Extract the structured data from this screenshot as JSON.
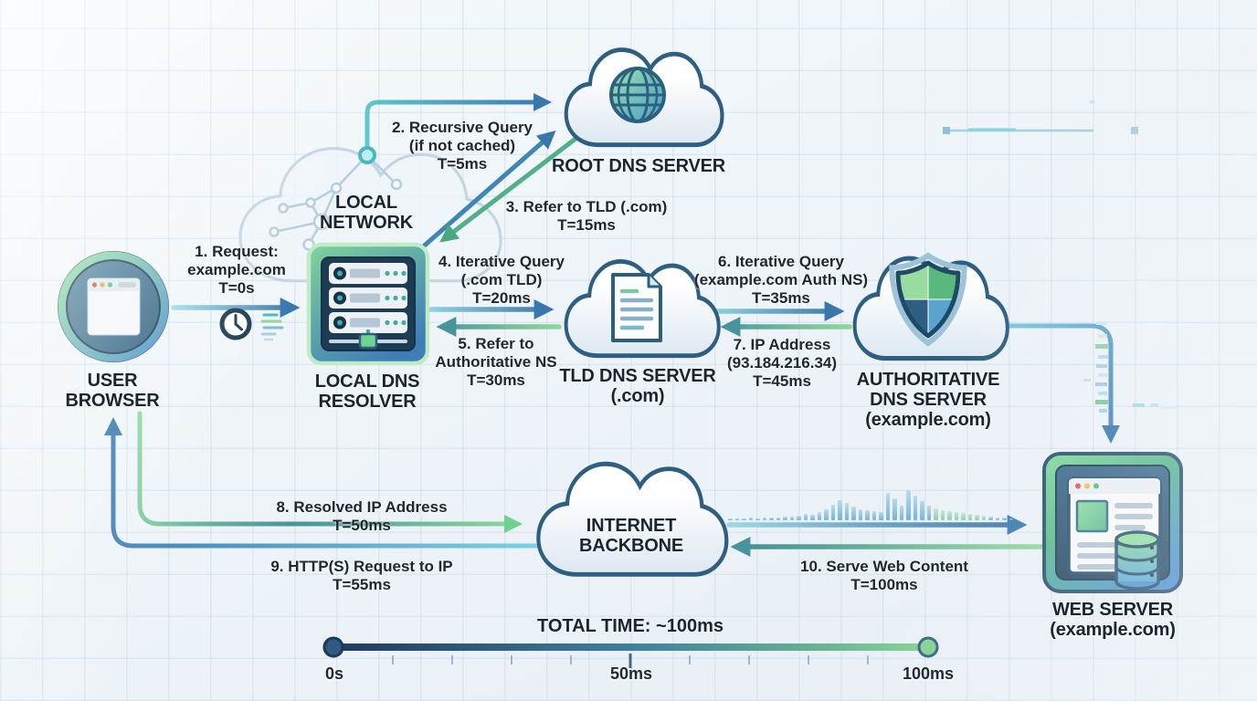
{
  "nodes": {
    "user_browser": {
      "label": "USER\nBROWSER",
      "icon": "browser-window-icon"
    },
    "local_network": {
      "label": "LOCAL\nNETWORK",
      "icon": "network-graph-icon"
    },
    "local_dns_resolver": {
      "label": "LOCAL DNS\nRESOLVER",
      "icon": "server-rack-icon"
    },
    "root_dns_server": {
      "label": "ROOT DNS SERVER",
      "icon": "globe-icon"
    },
    "tld_dns_server": {
      "label": "TLD DNS SERVER\n(.com)",
      "icon": "document-icon"
    },
    "authoritative_dns_server": {
      "label": "AUTHORITATIVE\nDNS SERVER\n(example.com)",
      "icon": "shield-icon"
    },
    "internet_backbone": {
      "label": "INTERNET\nBACKBONE",
      "icon": "cloud-icon"
    },
    "web_server": {
      "label": "WEB SERVER\n(example.com)",
      "icon": "webpage-database-icon"
    }
  },
  "steps": {
    "s1": "1. Request:\nexample.com\nT=0s",
    "s2": "2. Recursive Query\n(if not cached)\nT=5ms",
    "s3": "3. Refer to TLD (.com)\nT=15ms",
    "s4": "4. Iterative Query\n(.com TLD)\nT=20ms",
    "s5": "5. Refer to\nAuthoritative NS\nT=30ms",
    "s6": "6. Iterative Query\n(example.com Auth NS)\nT=35ms",
    "s7": "7. IP Address\n(93.184.216.34)\nT=45ms",
    "s8": "8. Resolved IP Address\nT=50ms",
    "s9": "9. HTTP(S) Request to IP\nT=55ms",
    "s10": "10. Serve Web Content\nT=100ms"
  },
  "timeline": {
    "title": "TOTAL TIME: ~100ms",
    "ticks": [
      "0s",
      "50ms",
      "100ms"
    ]
  },
  "colors": {
    "arrow_blue": "#3877ae",
    "arrow_cyan": "#8fd0dc",
    "arrow_teal": "#47949c",
    "arrow_green_light": "#6fd08f",
    "arrow_green_dark": "#4aa87f",
    "node_navy": "#1e3a52",
    "accent_green": "#7ed08e",
    "accent_cyan": "#5ecbce",
    "timeline_start": "#1e3a5f",
    "timeline_end": "#7ed08e",
    "cloud_stroke": "#2e5f80",
    "text": "#20272e"
  },
  "decor": {
    "traffic_bars": [
      2,
      2,
      2,
      3,
      2,
      3,
      3,
      3,
      4,
      4,
      5,
      7,
      6,
      9,
      12,
      17,
      22,
      19,
      15,
      12,
      11,
      10,
      9,
      30,
      24,
      16,
      33,
      27,
      21,
      16,
      13,
      11,
      10,
      9,
      8,
      7,
      6,
      5,
      4,
      3,
      3,
      2
    ],
    "traffic_green_idx": [
      30,
      31,
      32,
      33,
      34,
      35,
      36,
      37
    ]
  }
}
